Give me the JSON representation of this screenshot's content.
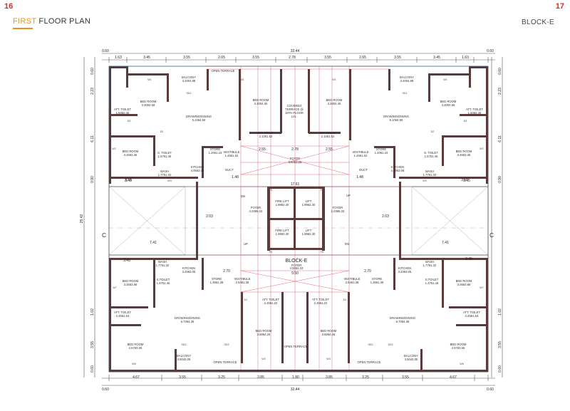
{
  "header": {
    "page_left": "16",
    "page_right": "17",
    "title_accent": "FIRST",
    "title_rest": " FLOOR PLAN",
    "block": "BLOCK-E"
  },
  "dims": {
    "total_width": "32.44",
    "total_height": "25.42",
    "corner": "0.60",
    "top": [
      "1.63",
      "3.45",
      "3.55",
      "2.65",
      "3.55",
      "2.78",
      "3.55",
      "2.65",
      "3.55",
      "3.45",
      "1.63"
    ],
    "bottom": [
      "4.67",
      "3.55",
      "3.25",
      "3.85",
      "1.80",
      "3.85",
      "3.25",
      "3.55",
      "4.67"
    ],
    "left": [
      "0.60",
      "2.23",
      "6.11",
      "0.90",
      "1.02",
      "3.55",
      "0.60"
    ],
    "right": [
      "0.60",
      "2.23",
      "6.11",
      "0.90",
      "1.02",
      "3.55",
      "0.60"
    ],
    "section": "C"
  },
  "rooms": {
    "balcony_tl": {
      "name": "BALCONY",
      "size": "3.2004.88"
    },
    "open_terrace": "OPEN TERRACE",
    "bed_tl": {
      "name": "BED ROOM",
      "size": "3.3004.58"
    },
    "drawing_tl": {
      "name": "DRAWING/DINING",
      "size": "5.1064.58"
    },
    "bed_tc1": {
      "name": "BED ROOM",
      "size": "3.3004.30"
    },
    "covered": [
      "COVERED",
      "TERRACE @",
      "18TH FLOOR",
      "LVL."
    ],
    "bed_tc2": {
      "name": "BED ROOM",
      "size": "3.3004.30"
    },
    "drawing_tr": {
      "name": "DRAWING/DINING",
      "size": "5.1064.58"
    },
    "balcony_tr": {
      "name": "BALCONY",
      "size": "3.2004.88"
    },
    "bed_tr": {
      "name": "BED ROOM",
      "size": "3.3004.58"
    },
    "att_tl": {
      "name": "ATT. TOILET",
      "size": "1.5062.45"
    },
    "att_tr": {
      "name": "ATT. TOILET",
      "size": "1.5062.45"
    },
    "att_tc1": {
      "name": "ATT. TOILET",
      "size": "2.1061.52"
    },
    "att_tc2": {
      "name": "ATT. TOILET",
      "size": "2.1061.52"
    },
    "bed_ml": {
      "name": "BED ROOM",
      "size": "3.4563.36"
    },
    "bed_mr": {
      "name": "BED ROOM",
      "size": "3.4563.36"
    },
    "stoilet_l": {
      "name": "S. TOILET",
      "size": "1.5761.45"
    },
    "stoilet_r": {
      "name": "S. TOILET",
      "size": "1.5761.45"
    },
    "store_tl": {
      "name": "STORE",
      "size": "1.2061.23"
    },
    "store_tr": {
      "name": "STORE",
      "size": "1.2061.23"
    },
    "vest_tl": {
      "name": "VESTIBULE",
      "size": "1.4561.52"
    },
    "vest_tr": {
      "name": "VESTIBULE",
      "size": "1.4561.52"
    },
    "foyer_t": {
      "name": "FOYER",
      "size": "3.6063.22"
    },
    "kitchen_tl": {
      "name": "KITCHEN",
      "size": "4.0563.08"
    },
    "kitchen_tr": {
      "name": "KITCHEN",
      "size": "4.0563.08"
    },
    "wash_tl": {
      "name": "WASH",
      "size": "1.7761.32"
    },
    "wash_tr": {
      "name": "WASH",
      "size": "1.7761.32"
    },
    "duct": "DUCT",
    "dn": "DN",
    "up": "UP",
    "foyer_l": {
      "name": "FOYER",
      "size": "2.0365.33"
    },
    "foyer_r": {
      "name": "FOYER",
      "size": "2.0365.33"
    },
    "fire_lift_1": {
      "name": "FIRE LIFT",
      "size": "1.9962.30"
    },
    "lift_1": {
      "name": "LIFT",
      "size": "1.9962.30"
    },
    "fire_lift_2": {
      "name": "FIRE LIFT",
      "size": "1.9962.30"
    },
    "lift_2": {
      "name": "LIFT",
      "size": "1.9962.30"
    },
    "block_label": "BLOCK-E",
    "foyer_b": {
      "name": "FOYER",
      "size": "4.5063.33"
    },
    "wash_bl": {
      "name": "WASH",
      "size": "1.7761.32"
    },
    "wash_br": {
      "name": "WASH",
      "size": "1.7761.32"
    },
    "kitchen_bl": {
      "name": "KITCHEN",
      "size": "3.2063.05"
    },
    "kitchen_br": {
      "name": "KITCHEN",
      "size": "3.2063.05"
    },
    "store_bl": {
      "name": "STORE",
      "size": "1.3661.38"
    },
    "store_br": {
      "name": "STORE",
      "size": "1.3661.38"
    },
    "vest_bl": {
      "name": "VESTIBULE",
      "size": "2.5461.38"
    },
    "vest_br": {
      "name": "VESTIBULE",
      "size": "2.5461.38"
    },
    "bed_bl1": {
      "name": "BED ROOM",
      "size": "3.3563.86"
    },
    "bed_br1": {
      "name": "BED ROOM",
      "size": "3.3563.86"
    },
    "stoilet_bl": {
      "name": "S.TOILET",
      "size": "1.3761.45"
    },
    "stoilet_br": {
      "name": "S.TOILET",
      "size": "1.3761.45"
    },
    "att_bl1": {
      "name": "ATT. TOILET",
      "size": "2.4561.53"
    },
    "att_br1": {
      "name": "ATT. TOILET",
      "size": "2.4561.53"
    },
    "att_bc1": {
      "name": "ATT. TOILET",
      "size": "2.4561.22"
    },
    "att_bc2": {
      "name": "ATT. TOILET",
      "size": "2.4561.22"
    },
    "drawing_bl": {
      "name": "DRAWING/DINING",
      "size": "6.7064.36"
    },
    "drawing_br": {
      "name": "DRAWING/DINING",
      "size": "6.7064.36"
    },
    "bed_bc1": {
      "name": "BED ROOM",
      "size": "3.6664.26"
    },
    "bed_bc2": {
      "name": "BED ROOM",
      "size": "3.6664.26"
    },
    "bed_bl2": {
      "name": "BED ROOM",
      "size": "4.5763.55"
    },
    "bed_br2": {
      "name": "BED ROOM",
      "size": "4.5763.55"
    },
    "balcony_bl": {
      "name": "BALCONY",
      "size": "3.5042.05"
    },
    "balcony_br": {
      "name": "BALCONY",
      "size": "3.5042.05"
    },
    "open_terrace_b": "OPEN TERRACE"
  },
  "inner_dims": {
    "d345_l": "3.45",
    "d345_r": "3.45",
    "d741_l": "7.41",
    "d741_r": "7.41",
    "d203_l": "2.03",
    "d203_r": "2.03",
    "d270_l": "2.70",
    "d270_r": "2.70",
    "d278": "2.78",
    "d255_l": "2.55",
    "d255_r": "2.55",
    "d1761": "17.61",
    "d950": "9.50",
    "d148_l": "1.48",
    "d148_r": "1.48",
    "d355_l": "3.55",
    "d355_r": "3.55"
  },
  "tags": {
    "w1": "W1",
    "w2": "W2",
    "w3": "W3",
    "w6": "W6",
    "w7": "W7",
    "d1": "D1",
    "d2": "D2",
    "d3": "D3",
    "sd1": "SD1",
    "sd2": "SD2",
    "sd3": "SD3",
    "fd": "FD"
  },
  "colors": {
    "wall": "#5a3a3a",
    "grid": "#e06b78",
    "frame": "#333333",
    "terrace": "#4a8ac0"
  }
}
